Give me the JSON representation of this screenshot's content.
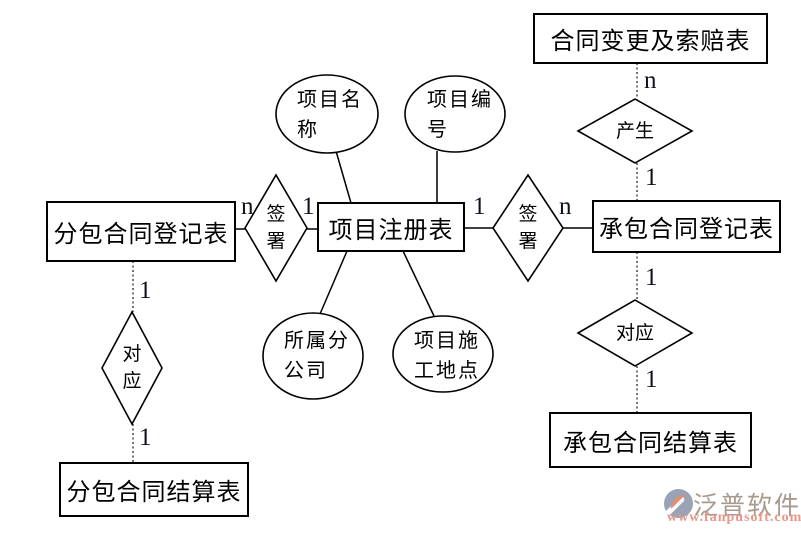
{
  "diagram": {
    "entities": [
      {
        "id": "subcontract-register",
        "label": "分包合同登记表"
      },
      {
        "id": "project-register",
        "label": "项目注册表"
      },
      {
        "id": "contract-register",
        "label": "承包合同登记表"
      },
      {
        "id": "contract-change-claim",
        "label": "合同变更及索赔表"
      },
      {
        "id": "subcontract-settlement",
        "label": "分包合同结算表"
      },
      {
        "id": "contract-settlement",
        "label": "承包合同结算表"
      }
    ],
    "relationships": [
      {
        "id": "sign-left",
        "label": "签署"
      },
      {
        "id": "sign-right",
        "label": "签署"
      },
      {
        "id": "generate",
        "label": "产生"
      },
      {
        "id": "correspond-left",
        "label": "对应"
      },
      {
        "id": "correspond-right",
        "label": "对应"
      }
    ],
    "attributes": [
      {
        "id": "project-name",
        "label": "项目名称"
      },
      {
        "id": "project-number",
        "label": "项目编号"
      },
      {
        "id": "branch-company",
        "label": "所属分公司"
      },
      {
        "id": "construction-site",
        "label": "项目施工地点"
      }
    ],
    "cardinalities": [
      "n",
      "1",
      "1",
      "n",
      "n",
      "1",
      "1",
      "1",
      "1",
      "1"
    ]
  },
  "logo": {
    "name": "泛普软件",
    "url": "www.fanpusoft.com"
  },
  "colors": {
    "line": "#000000",
    "logo_name": "#a79a8d",
    "logo_url": "#e6978a",
    "logo_blue": "#99a3b5",
    "logo_orange": "#df8f74"
  }
}
